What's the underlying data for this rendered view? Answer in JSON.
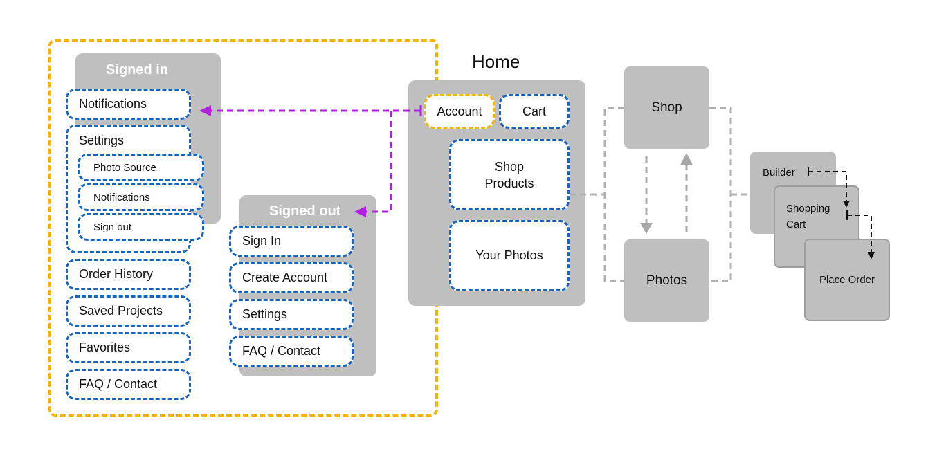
{
  "home": {
    "title": "Home",
    "account": "Account",
    "cart": "Cart",
    "shop_products": "Shop\nProducts",
    "your_photos": "Your Photos"
  },
  "signed_in": {
    "title": "Signed in",
    "items": [
      "Notifications",
      "Settings",
      "Order History",
      "Saved Projects",
      "Favorites",
      "FAQ / Contact"
    ],
    "settings_sub": [
      "Photo Source",
      "Notifications",
      "Sign out"
    ]
  },
  "signed_out": {
    "title": "Signed out",
    "items": [
      "Sign In",
      "Create Account",
      "Settings",
      "FAQ / Contact"
    ]
  },
  "flow": {
    "shop": "Shop",
    "photos": "Photos"
  },
  "checkout": {
    "builder": "Builder",
    "shopping_cart": "Shopping\nCart",
    "place_order": "Place Order"
  },
  "colors": {
    "account_scope": "#f5b301",
    "screen_link": "#1565c0",
    "account_state_link": "#b020e0",
    "panel_gray": "#bfbfbf",
    "flow_connector": "#b0b0b0"
  }
}
